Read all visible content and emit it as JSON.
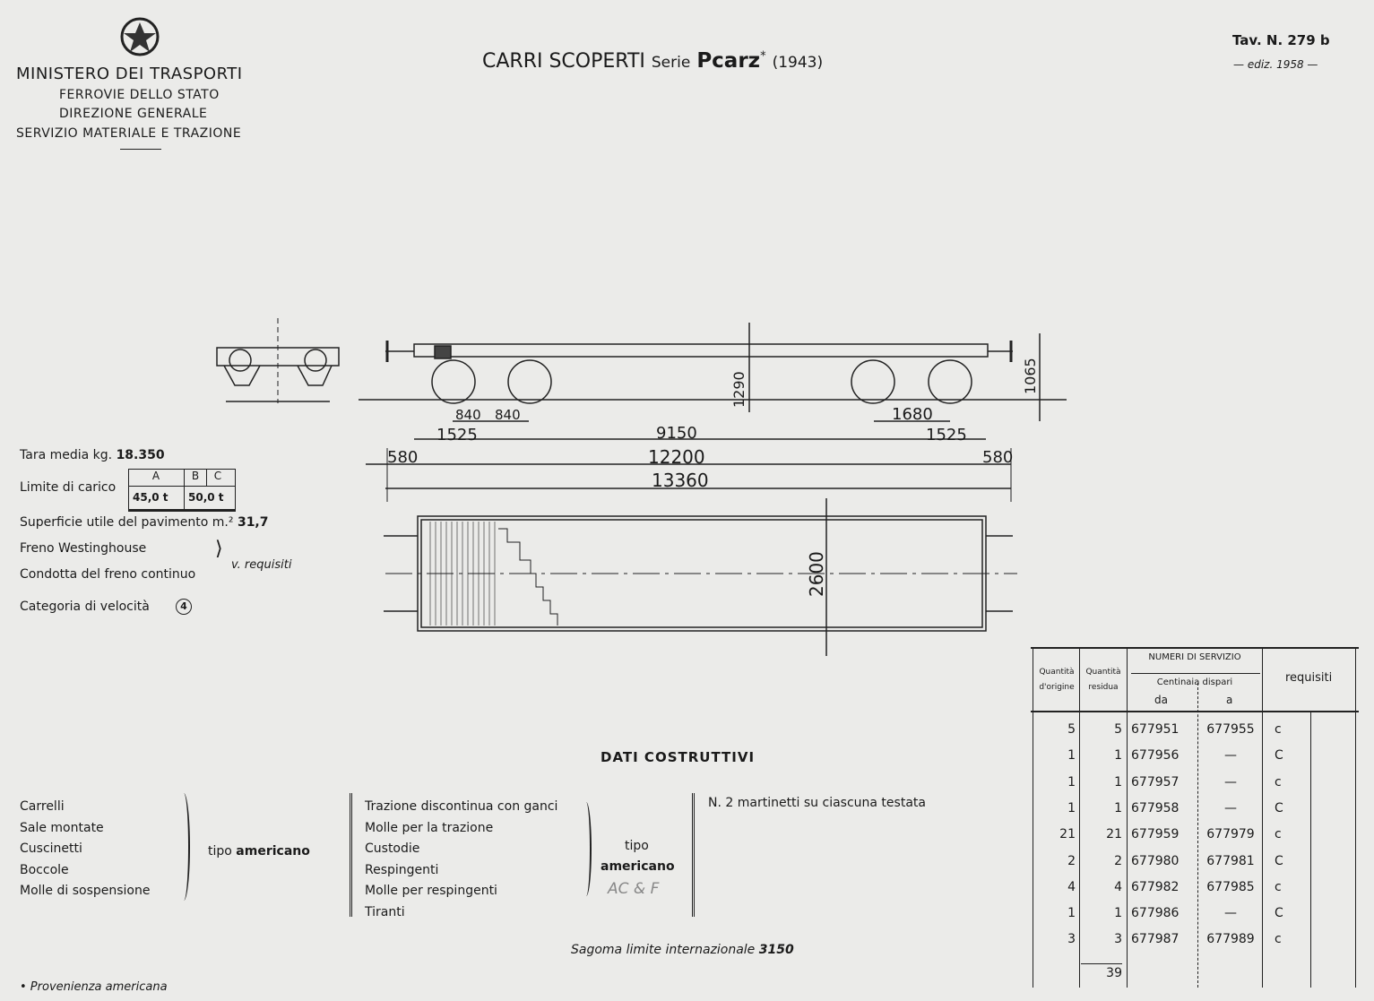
{
  "header": {
    "ministry": "MINISTERO DEI TRASPORTI",
    "line1": "FERROVIE DELLO STATO",
    "line2": "DIREZIONE GENERALE",
    "line3": "SERVIZIO MATERIALE E TRAZIONE",
    "title": "CARRI SCOPERTI",
    "serie": "Serie",
    "code": "Pcarz",
    "asterisk": "*",
    "year": "(1943)",
    "tav": "Tav. N. 279 b",
    "ediz": "— ediz. 1958 —"
  },
  "dimensions": {
    "d840a": "840",
    "d840b": "840",
    "d1525a": "1525",
    "d9150": "9150",
    "d1680": "1680",
    "d1525b": "1525",
    "d580a": "580",
    "d12200": "12200",
    "d580b": "580",
    "d13360": "13360",
    "d1290": "1290",
    "d1065": "1065",
    "d2600": "2600"
  },
  "specs": {
    "tara_label": "Tara media kg.",
    "tara_value": "18.350",
    "limite_label": "Limite di carico",
    "lim_A": "A",
    "lim_B": "B",
    "lim_C": "C",
    "lim_A_val": "45,0 t",
    "lim_BC_val": "50,0 t",
    "superficie_label": "Superficie utile del pavimento m.² ",
    "superficie_value": "31,7",
    "freno": "Freno Westinghouse",
    "condotta": "Condotta del freno continuo",
    "v_requisiti": "v. requisiti",
    "categoria": "Categoria di velocità",
    "categoria_value": "4"
  },
  "dati": {
    "title": "DATI COSTRUTTIVI",
    "col1": [
      "Carrelli",
      "Sale montate",
      "Cuscinetti",
      "Boccole",
      "Molle di sospensione"
    ],
    "col1_tipo": "tipo",
    "col1_americano": "americano",
    "col2": [
      "Trazione discontinua con ganci",
      "Molle per la trazione",
      "Custodie",
      "Respingenti",
      "Molle per respingenti",
      "Tiranti"
    ],
    "col2_tipo": "tipo",
    "col2_americano": "americano",
    "handwritten": "AC & F",
    "col3": "N. 2 martinetti su ciascuna testata",
    "sagoma_label": "Sagoma limite internazionale",
    "sagoma_value": "3150"
  },
  "footnote": "• Provenienza americana",
  "table": {
    "h_orig": "Quantità d'origine",
    "h_res": "Quantità residua",
    "h_numeri": "NUMERI DI SERVIZIO",
    "h_centinaia": "Centinaia dispari",
    "h_da": "da",
    "h_a": "a",
    "h_req": "requisiti",
    "rows": [
      [
        "5",
        "5",
        "677951",
        "677955",
        "c"
      ],
      [
        "1",
        "1",
        "677956",
        "—",
        "C"
      ],
      [
        "1",
        "1",
        "677957",
        "—",
        "c"
      ],
      [
        "1",
        "1",
        "677958",
        "—",
        "C"
      ],
      [
        "21",
        "21",
        "677959",
        "677979",
        "c"
      ],
      [
        "2",
        "2",
        "677980",
        "677981",
        "C"
      ],
      [
        "4",
        "4",
        "677982",
        "677985",
        "c"
      ],
      [
        "1",
        "1",
        "677986",
        "—",
        "C"
      ],
      [
        "3",
        "3",
        "677987",
        "677989",
        "c"
      ]
    ],
    "total": "39"
  }
}
